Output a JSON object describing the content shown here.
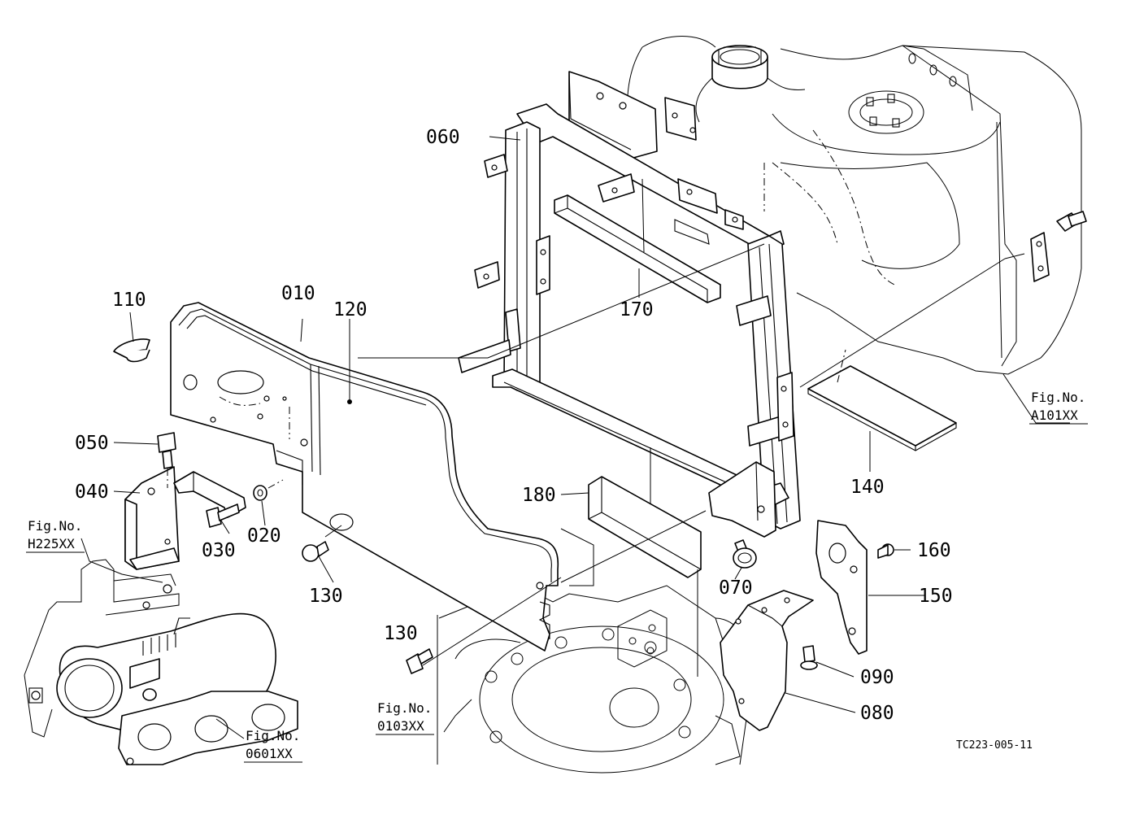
{
  "diagram": {
    "drawing_code": "TC223-005-11",
    "part_labels": {
      "p010": "010",
      "p020": "020",
      "p030": "030",
      "p040": "040",
      "p050": "050",
      "p060": "060",
      "p070": "070",
      "p080": "080",
      "p090": "090",
      "p110": "110",
      "p120": "120",
      "p130a": "130",
      "p130b": "130",
      "p140": "140",
      "p150": "150",
      "p160": "160",
      "p170": "170",
      "p180": "180"
    },
    "fig_refs": {
      "a101": {
        "caption": "Fig.No.",
        "number": "A101XX"
      },
      "h225": {
        "caption": "Fig.No.",
        "number": "H225XX"
      },
      "f0103": {
        "caption": "Fig.No.",
        "number": "0103XX"
      },
      "f0601": {
        "caption": "Fig.No.",
        "number": "0601XX"
      }
    }
  }
}
